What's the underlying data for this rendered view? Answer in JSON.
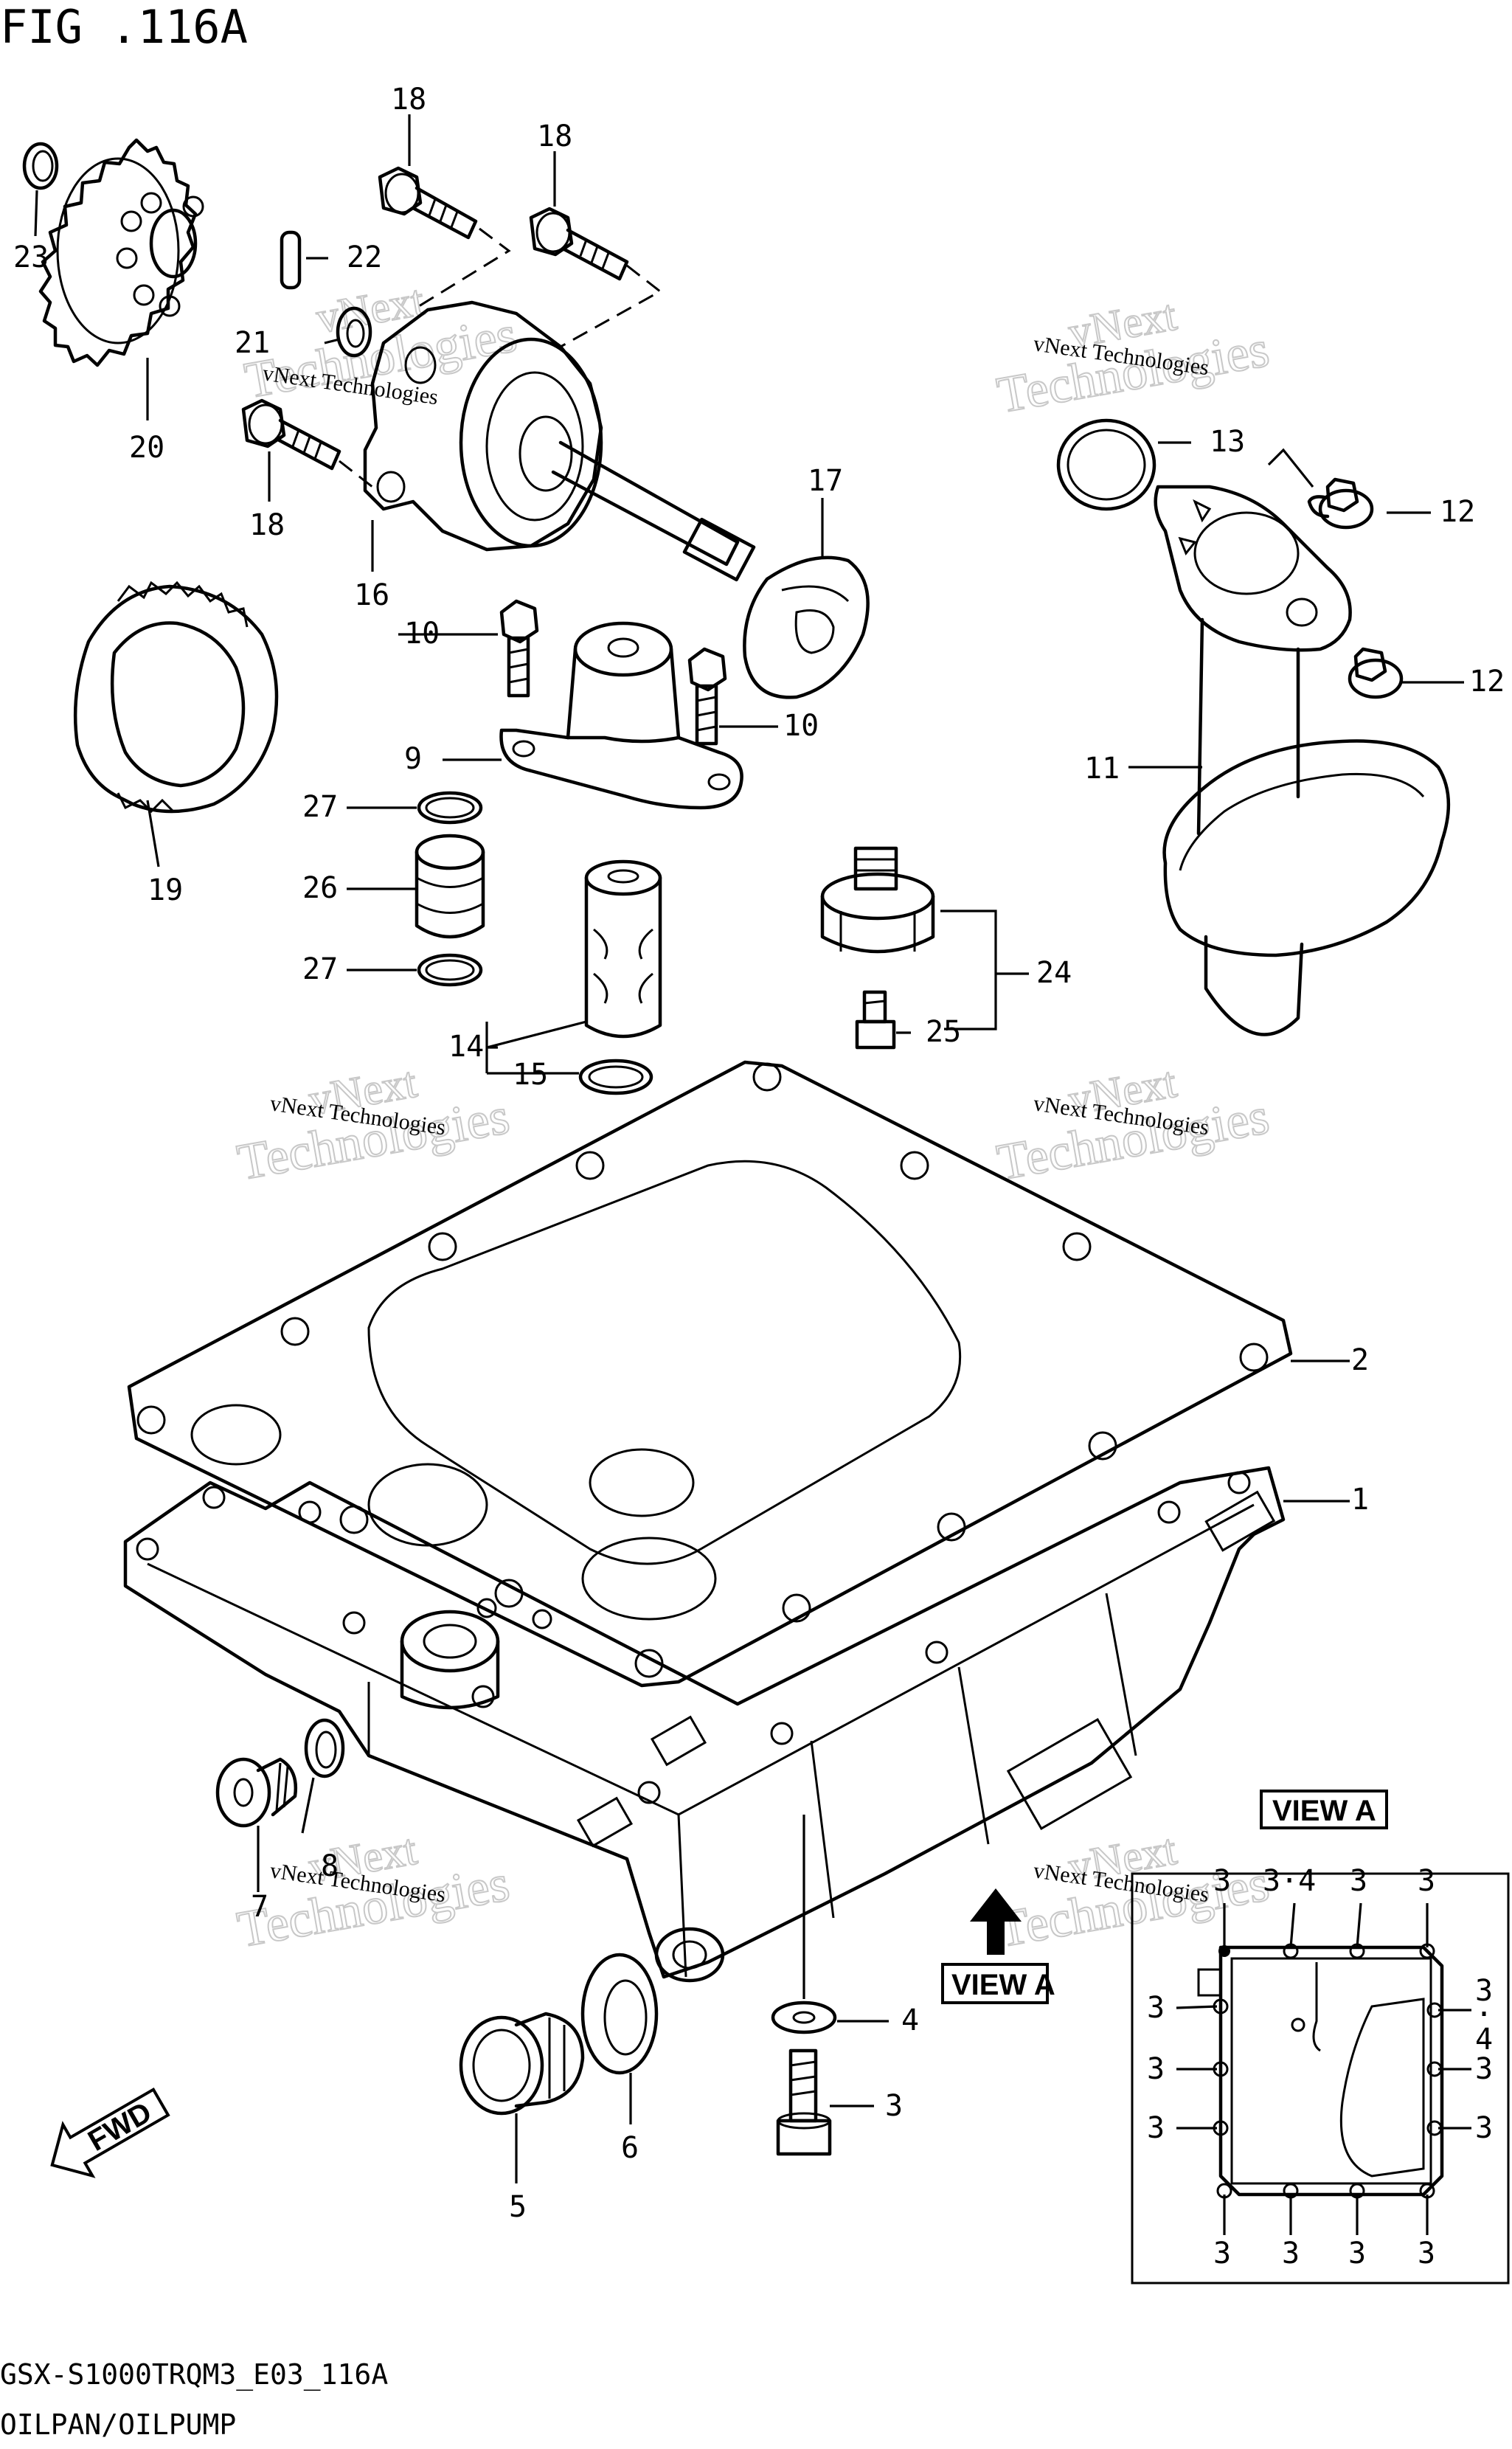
{
  "figure": {
    "title": "FIG .116A",
    "footer_code": "GSX-S1000TRQM3_E03_116A",
    "footer_name": "OILPAN/OILPUMP"
  },
  "watermark": {
    "line1": "vNext Technologies",
    "line2": "vNext",
    "line3": "Technologies"
  },
  "view": {
    "inset_label": "VIEW A",
    "arrow_label": "VIEW A",
    "fwd_label": "FWD"
  },
  "callouts": [
    {
      "id": "c1",
      "text": "1"
    },
    {
      "id": "c2",
      "text": "2"
    },
    {
      "id": "c3",
      "text": "3"
    },
    {
      "id": "c4",
      "text": "4"
    },
    {
      "id": "c5",
      "text": "5"
    },
    {
      "id": "c6",
      "text": "6"
    },
    {
      "id": "c7",
      "text": "7"
    },
    {
      "id": "c8",
      "text": "8"
    },
    {
      "id": "c9",
      "text": "9"
    },
    {
      "id": "c10a",
      "text": "10"
    },
    {
      "id": "c10b",
      "text": "10"
    },
    {
      "id": "c11",
      "text": "11"
    },
    {
      "id": "c12a",
      "text": "12"
    },
    {
      "id": "c12b",
      "text": "12"
    },
    {
      "id": "c13",
      "text": "13"
    },
    {
      "id": "c14",
      "text": "14"
    },
    {
      "id": "c15",
      "text": "15"
    },
    {
      "id": "c16",
      "text": "16"
    },
    {
      "id": "c17",
      "text": "17"
    },
    {
      "id": "c18a",
      "text": "18"
    },
    {
      "id": "c18b",
      "text": "18"
    },
    {
      "id": "c18c",
      "text": "18"
    },
    {
      "id": "c19",
      "text": "19"
    },
    {
      "id": "c20",
      "text": "20"
    },
    {
      "id": "c21",
      "text": "21"
    },
    {
      "id": "c22",
      "text": "22"
    },
    {
      "id": "c23",
      "text": "23"
    },
    {
      "id": "c24",
      "text": "24"
    },
    {
      "id": "c25",
      "text": "25"
    },
    {
      "id": "c26",
      "text": "26"
    },
    {
      "id": "c27a",
      "text": "27"
    },
    {
      "id": "c27b",
      "text": "27"
    }
  ],
  "inset_callouts": [
    {
      "id": "t1",
      "text": "3"
    },
    {
      "id": "t2",
      "text": "3·4"
    },
    {
      "id": "t3",
      "text": "3"
    },
    {
      "id": "t4",
      "text": "3"
    },
    {
      "id": "l1",
      "text": "3"
    },
    {
      "id": "l2",
      "text": "3"
    },
    {
      "id": "l3",
      "text": "3"
    },
    {
      "id": "r1",
      "text": "3·4"
    },
    {
      "id": "r2",
      "text": "3"
    },
    {
      "id": "r3",
      "text": "3"
    },
    {
      "id": "b1",
      "text": "3"
    },
    {
      "id": "b2",
      "text": "3"
    },
    {
      "id": "b3",
      "text": "3"
    },
    {
      "id": "b4",
      "text": "3"
    }
  ]
}
